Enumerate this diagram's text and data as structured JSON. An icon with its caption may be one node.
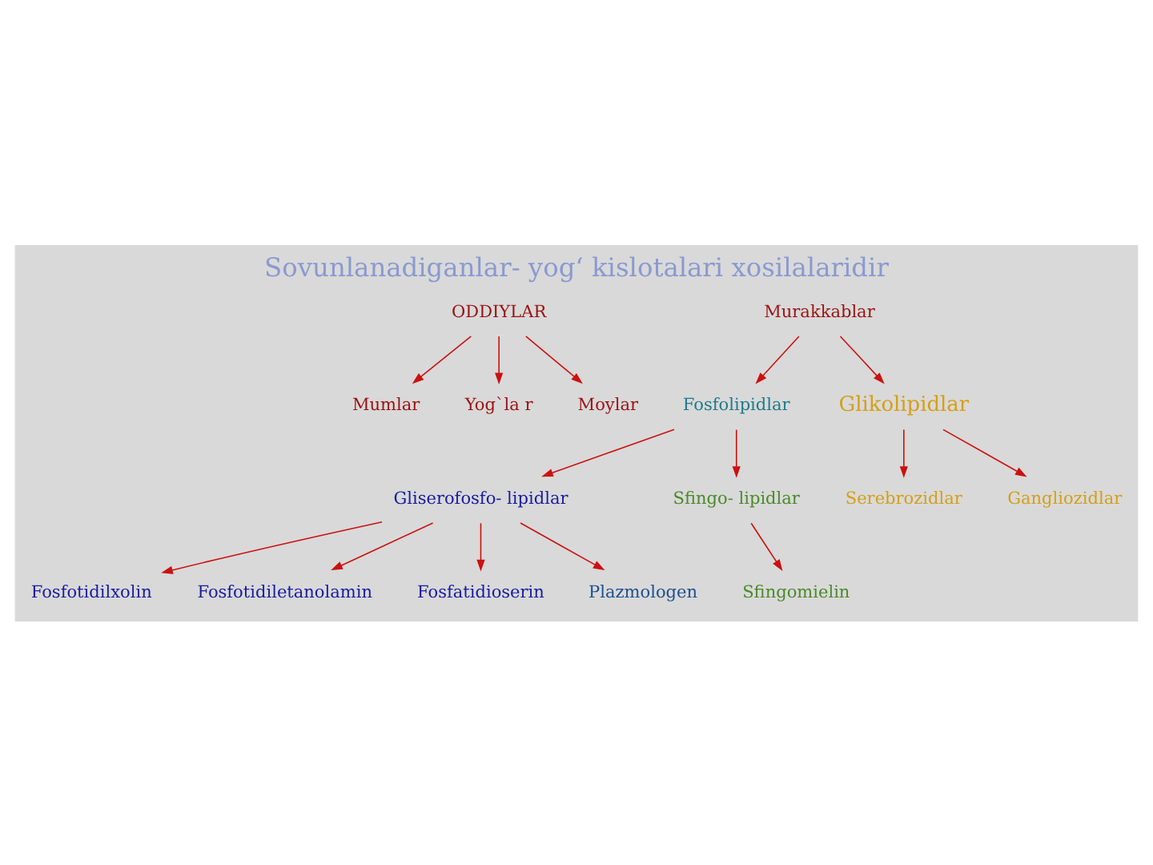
{
  "diagram": {
    "title": "Sovunlanadiganlar- yog‘ kislotalari xosilalaridir",
    "nodes": [
      {
        "text": [
          "ODDIYLAR"
        ]
      },
      {
        "text": [
          "Mumlar"
        ]
      },
      {
        "text": [
          "Yog`la r"
        ]
      },
      {
        "text": [
          "Moylar"
        ]
      },
      {
        "text": [
          "Murakkablar"
        ]
      },
      {
        "text": [
          "Fosfolipidlar"
        ]
      },
      {
        "text": [
          "Glikolipidlar"
        ]
      },
      {
        "text": [
          "Gliserofosfo- lipidlar"
        ]
      },
      {
        "text": [
          "Sfingo- lipidlar"
        ]
      },
      {
        "text": [
          "Sfingomielin"
        ]
      },
      {
        "text": [
          "Fosfotidilxolin"
        ]
      },
      {
        "text": [
          "Fosfotidiletanolamin"
        ]
      },
      {
        "text": [
          "Fosfatidioserin"
        ]
      },
      {
        "text": [
          "Plazmologen"
        ]
      },
      {
        "text": [
          "Serebrozidlar"
        ]
      },
      {
        "text": [
          "Gangliozidlar"
        ]
      }
    ],
    "edges": [
      {
        "from": 0,
        "to": 1,
        "arrow": "to"
      },
      {
        "from": 0,
        "to": 2,
        "arrow": "to"
      },
      {
        "from": 0,
        "to": 3,
        "arrow": "to"
      },
      {
        "from": 4,
        "to": 5,
        "arrow": "to"
      },
      {
        "from": 4,
        "to": 6,
        "arrow": "to"
      },
      {
        "from": 5,
        "to": 7,
        "arrow": "to"
      },
      {
        "from": 5,
        "to": 8,
        "arrow": "to"
      },
      {
        "from": 8,
        "to": 9,
        "arrow": "to"
      },
      {
        "from": 7,
        "to": 10,
        "arrow": "to"
      },
      {
        "from": 7,
        "to": 11,
        "arrow": "to"
      },
      {
        "from": 7,
        "to": 12,
        "arrow": "to"
      },
      {
        "from": 7,
        "to": 13,
        "arrow": "to"
      },
      {
        "from": 6,
        "to": 14,
        "arrow": "to"
      },
      {
        "from": 6,
        "to": 15,
        "arrow": "to"
      }
    ]
  }
}
